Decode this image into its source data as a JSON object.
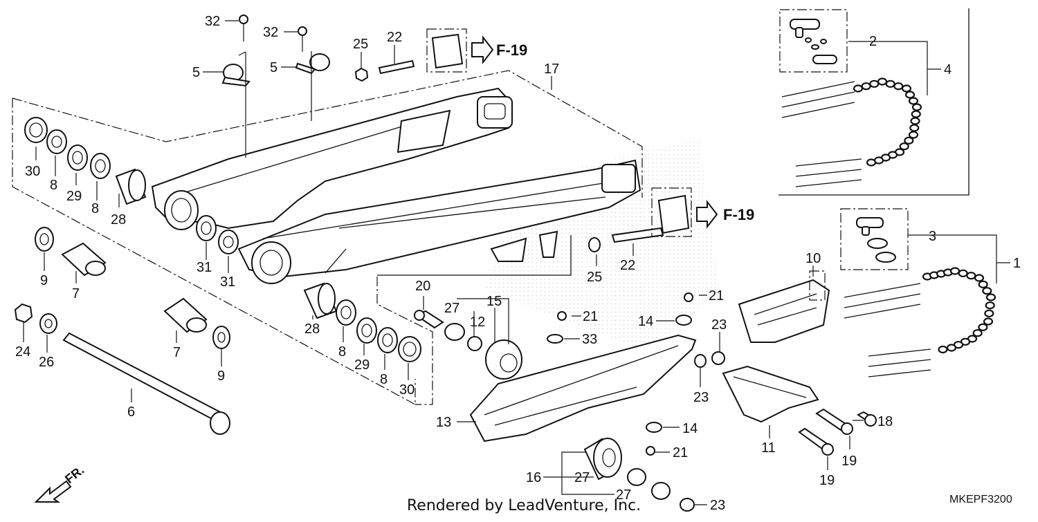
{
  "diagram": {
    "code": "MKEPF3200",
    "credit": "Rendered by LeadVenture, Inc.",
    "direction_label": "FR.",
    "ref_top": "F-19",
    "ref_mid": "F-19"
  },
  "callouts": [
    {
      "id": "c32a",
      "text": "32"
    },
    {
      "id": "c32b",
      "text": "32"
    },
    {
      "id": "c25a",
      "text": "25"
    },
    {
      "id": "c22a",
      "text": "22"
    },
    {
      "id": "c5a",
      "text": "5"
    },
    {
      "id": "c5b",
      "text": "5"
    },
    {
      "id": "c17",
      "text": "17"
    },
    {
      "id": "c2",
      "text": "2"
    },
    {
      "id": "c4",
      "text": "4"
    },
    {
      "id": "c30a",
      "text": "30"
    },
    {
      "id": "c8a",
      "text": "8"
    },
    {
      "id": "c29a",
      "text": "29"
    },
    {
      "id": "c8b",
      "text": "8"
    },
    {
      "id": "c28a",
      "text": "28"
    },
    {
      "id": "c9a",
      "text": "9"
    },
    {
      "id": "c7a",
      "text": "7"
    },
    {
      "id": "c31a",
      "text": "31"
    },
    {
      "id": "c31b",
      "text": "31"
    },
    {
      "id": "c25b",
      "text": "25"
    },
    {
      "id": "c22b",
      "text": "22"
    },
    {
      "id": "c3",
      "text": "3"
    },
    {
      "id": "c1",
      "text": "1"
    },
    {
      "id": "c10",
      "text": "10"
    },
    {
      "id": "c24",
      "text": "24"
    },
    {
      "id": "c26",
      "text": "26"
    },
    {
      "id": "c7b",
      "text": "7"
    },
    {
      "id": "c9b",
      "text": "9"
    },
    {
      "id": "c6",
      "text": "6"
    },
    {
      "id": "c28b",
      "text": "28"
    },
    {
      "id": "c8c",
      "text": "8"
    },
    {
      "id": "c29b",
      "text": "29"
    },
    {
      "id": "c8d",
      "text": "8"
    },
    {
      "id": "c30b",
      "text": "30"
    },
    {
      "id": "c20",
      "text": "20"
    },
    {
      "id": "c27a",
      "text": "27"
    },
    {
      "id": "c15",
      "text": "15"
    },
    {
      "id": "c12",
      "text": "12"
    },
    {
      "id": "c21a",
      "text": "21"
    },
    {
      "id": "c21b",
      "text": "21"
    },
    {
      "id": "c14a",
      "text": "14"
    },
    {
      "id": "c33",
      "text": "33"
    },
    {
      "id": "c23a",
      "text": "23"
    },
    {
      "id": "c23b",
      "text": "23"
    },
    {
      "id": "c13",
      "text": "13"
    },
    {
      "id": "c14b",
      "text": "14"
    },
    {
      "id": "c21c",
      "text": "21"
    },
    {
      "id": "c11",
      "text": "11"
    },
    {
      "id": "c18",
      "text": "18"
    },
    {
      "id": "c19a",
      "text": "19"
    },
    {
      "id": "c19b",
      "text": "19"
    },
    {
      "id": "c16",
      "text": "16"
    },
    {
      "id": "c27b",
      "text": "27"
    },
    {
      "id": "c27c",
      "text": "27"
    },
    {
      "id": "c23c",
      "text": "23"
    }
  ]
}
